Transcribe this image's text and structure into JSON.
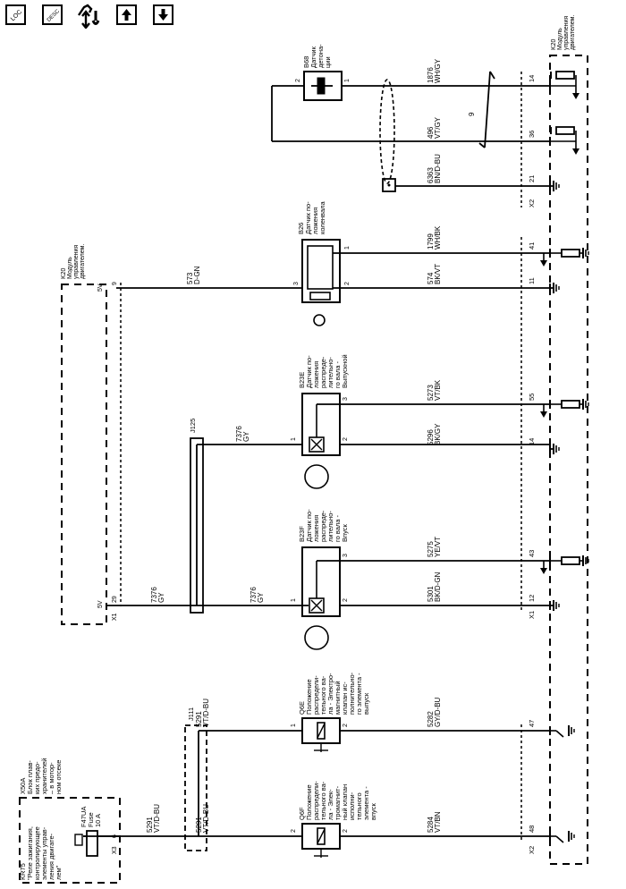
{
  "toolbar": {
    "buttons": [
      {
        "id": "loc",
        "label": "LOC",
        "icon": "loc-icon"
      },
      {
        "id": "desc",
        "label": "DESC",
        "icon": "desc-icon"
      },
      {
        "id": "diag",
        "label": "",
        "icon": "diagnostic-tool-icon"
      },
      {
        "id": "up",
        "label": "",
        "icon": "arrow-up-icon"
      },
      {
        "id": "down",
        "label": "",
        "icon": "arrow-down-icon"
      }
    ]
  },
  "modules": {
    "k20_right": {
      "lines": [
        "K20",
        "Модуль",
        "управления",
        "двигателем."
      ]
    },
    "k20_left": {
      "lines": [
        "K20",
        "Модуль",
        "управления",
        "двигателем."
      ],
      "v1": "5V",
      "v2": "5V",
      "pin_top": "9",
      "pin_bottom": "29",
      "connector": "X1"
    },
    "x50a": {
      "lines": [
        "X50A",
        "Блок плав-",
        "ких предо-",
        "хранителей",
        "– в мотор-",
        "ном отсеке"
      ]
    },
    "kr75": {
      "lines": [
        "KR75",
        "\"Реле зажигания,",
        "контролирующее",
        "элементы управ-",
        "ления двигате-",
        "лем\""
      ]
    },
    "fuse": {
      "lines": [
        "F47UA",
        "Fuse",
        "10 A"
      ],
      "connector": "X3",
      "pin": "6"
    }
  },
  "components": {
    "b68": {
      "lines": [
        "B68",
        "Датчик",
        "детона-",
        "ции"
      ],
      "pin_a": "2",
      "pin_b": "1"
    },
    "b26": {
      "lines": [
        "B26",
        "Датчик по-",
        "ложения",
        "коленвала"
      ],
      "pin_a": "3",
      "pin_b": "1",
      "pin_c": "2"
    },
    "b23e": {
      "lines": [
        "B23E",
        "Датчик по-",
        "ложения",
        "распреде-",
        "лительно-",
        "го вала -",
        "Выпускной"
      ],
      "pin_a": "1",
      "pin_b": "3",
      "pin_c": "2"
    },
    "b23f": {
      "lines": [
        "B23F",
        "Датчик по-",
        "ложения",
        "распреде-",
        "лительно-",
        "го вала -",
        "Впуск"
      ],
      "pin_a": "1",
      "pin_b": "3",
      "pin_c": "2"
    },
    "q6e": {
      "lines": [
        "Q6E",
        "Положение",
        "распредели-",
        "тельного ва-",
        "ла - Электро-",
        "магнитный",
        "клапан ис-",
        "полнительно-",
        "го элемента -",
        "выпуск"
      ],
      "pin_a": "1",
      "pin_b": "2"
    },
    "q6f": {
      "lines": [
        "Q6F",
        "Положение",
        "распредели-",
        "тельного ва-",
        "ла - Элек-",
        "тромагнит-",
        "ный клапан",
        "исполни-",
        "тельного",
        "элемента -",
        "впуск"
      ],
      "pin_a": "2",
      "pin_b": "2"
    },
    "j125": {
      "label": "J125"
    },
    "j111": {
      "label": "J111"
    }
  },
  "wires": {
    "w1876": {
      "num": "1876",
      "color": "WH/GY"
    },
    "w496": {
      "num": "496",
      "color": "VT/GY"
    },
    "w6363": {
      "num": "6363",
      "color": "BN/D-BU"
    },
    "w1799": {
      "num": "1799",
      "color": "WH/BK"
    },
    "w574": {
      "num": "574",
      "color": "BK/VT"
    },
    "w573": {
      "num": "573",
      "color": "D-GN"
    },
    "w5273": {
      "num": "5273",
      "color": "VT/BK"
    },
    "w5296": {
      "num": "5296",
      "color": "BK/GY"
    },
    "w7376a": {
      "num": "7376",
      "color": "GY"
    },
    "w7376b": {
      "num": "7376",
      "color": "GY"
    },
    "w7376c": {
      "num": "7376",
      "color": "GY"
    },
    "w5275": {
      "num": "5275",
      "color": "YE/VT"
    },
    "w5301": {
      "num": "5301",
      "color": "BK/D-GN"
    },
    "w5291a": {
      "num": "5291",
      "color": "VT/D-BU"
    },
    "w5291b": {
      "num": "5291",
      "color": "VT/D-BU"
    },
    "w5291c": {
      "num": "5291",
      "color": "VT/D-BU"
    },
    "w5282": {
      "num": "5282",
      "color": "GY/D-BU"
    },
    "w5284": {
      "num": "5284",
      "color": "VT/BN"
    }
  },
  "twist_label": "9",
  "right_pins": {
    "p14a": "14",
    "p36": "36",
    "p21": "21",
    "x2a": "X2",
    "p41": "41",
    "p11": "11",
    "p55": "55",
    "p14b": "14",
    "p43": "43",
    "p12": "12",
    "x1": "X1",
    "p47": "47",
    "p48": "48",
    "x2b": "X2"
  }
}
